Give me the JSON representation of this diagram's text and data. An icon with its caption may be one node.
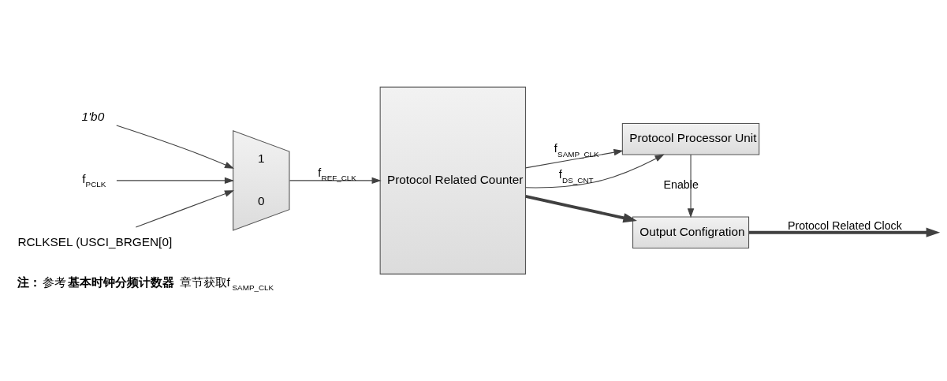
{
  "diagram": {
    "caption": "**注：**参考**基本时钟分频计数器**章节获取f$_{SAMP_CLK}$",
    "nodes": [
      {
        "text": [
          "*1'b0*"
        ]
      },
      {
        "text": [
          "f$_{PCLK}$"
        ]
      },
      {
        "text": [
          "RCLKSEL (USCI_BRGEN[0]"
        ]
      },
      {
        "text": [
          "1",
          "0"
        ]
      },
      {
        "text": [
          "Protocol Related Counter"
        ]
      },
      {
        "text": [
          "Protocol Processor Unit"
        ]
      },
      {
        "text": [
          "Output Configration"
        ]
      }
    ],
    "edges": [
      {
        "from": 0,
        "to": 3,
        "arrow": "to"
      },
      {
        "from": 1,
        "to": 3,
        "arrow": "to"
      },
      {
        "from": 2,
        "to": 3,
        "arrow": "to"
      },
      {
        "from": 3,
        "to": 4,
        "arrow": "to",
        "label": "f$_{REF_CLK}$"
      },
      {
        "from": 4,
        "to": 5,
        "arrow": "to",
        "label": "f$_{SAMP_CLK}$"
      },
      {
        "from": 4,
        "to": 5,
        "arrow": "to",
        "label": "f$_{DS_CNT}$"
      },
      {
        "from": 5,
        "to": 6,
        "arrow": "to",
        "label": "Enable"
      },
      {
        "from": 4,
        "to": 6,
        "arrow": "to",
        "style": "thick"
      },
      {
        "from": 6,
        "to": null,
        "arrow": "to",
        "style": "thick",
        "label": "Protocol Related Clock"
      }
    ]
  }
}
